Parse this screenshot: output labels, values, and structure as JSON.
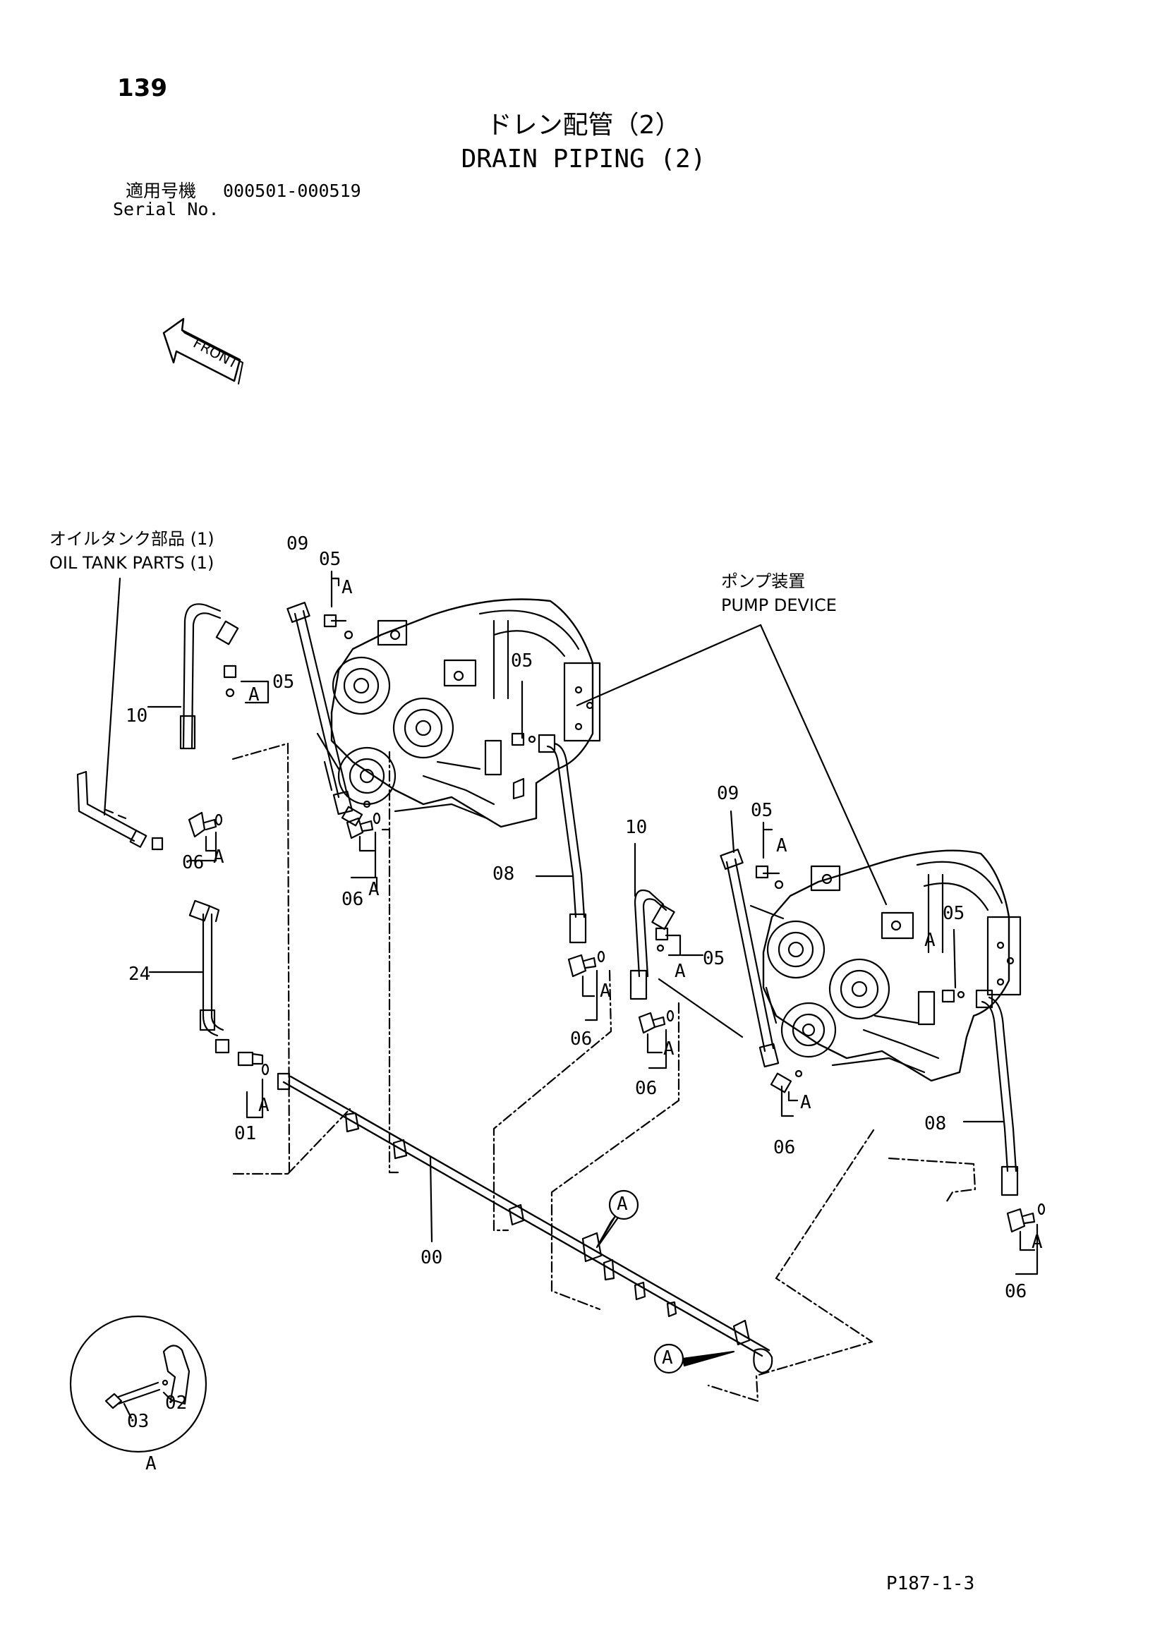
{
  "header": {
    "page_number": "139",
    "title_jp": "ドレン配管（2）",
    "title_en": "DRAIN PIPING (2)",
    "serial_label_jp": "適用号機",
    "serial_range": "000501-000519",
    "serial_label_en": "Serial No."
  },
  "direction": {
    "label": "FRONT"
  },
  "callouts": {
    "oil_tank_jp": "オイルタンク部品 (1)",
    "oil_tank_en": "OIL TANK PARTS (1)",
    "pump_device_jp": "ポンプ装置",
    "pump_device_en": "PUMP DEVICE"
  },
  "part_numbers": {
    "p00": "00",
    "p01": "01",
    "p02": "02",
    "p03": "03",
    "p05": "05",
    "p06": "06",
    "p08": "08",
    "p09": "09",
    "p10": "10",
    "p24": "24"
  },
  "detail": {
    "letter": "A"
  },
  "footer": {
    "drawing_code": "P187-1-3"
  }
}
